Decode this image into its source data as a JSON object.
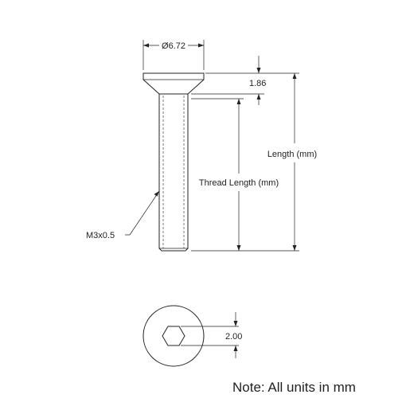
{
  "drawing": {
    "head_diameter_label": "Ø6.72",
    "head_height_label": "1.86",
    "length_label": "Length (mm)",
    "thread_length_label": "Thread Length (mm)",
    "thread_callout": "M3x0.5",
    "hex_size_label": "2.00",
    "note": "Note: All units in mm"
  },
  "colors": {
    "line": "#222222",
    "background": "#ffffff"
  }
}
